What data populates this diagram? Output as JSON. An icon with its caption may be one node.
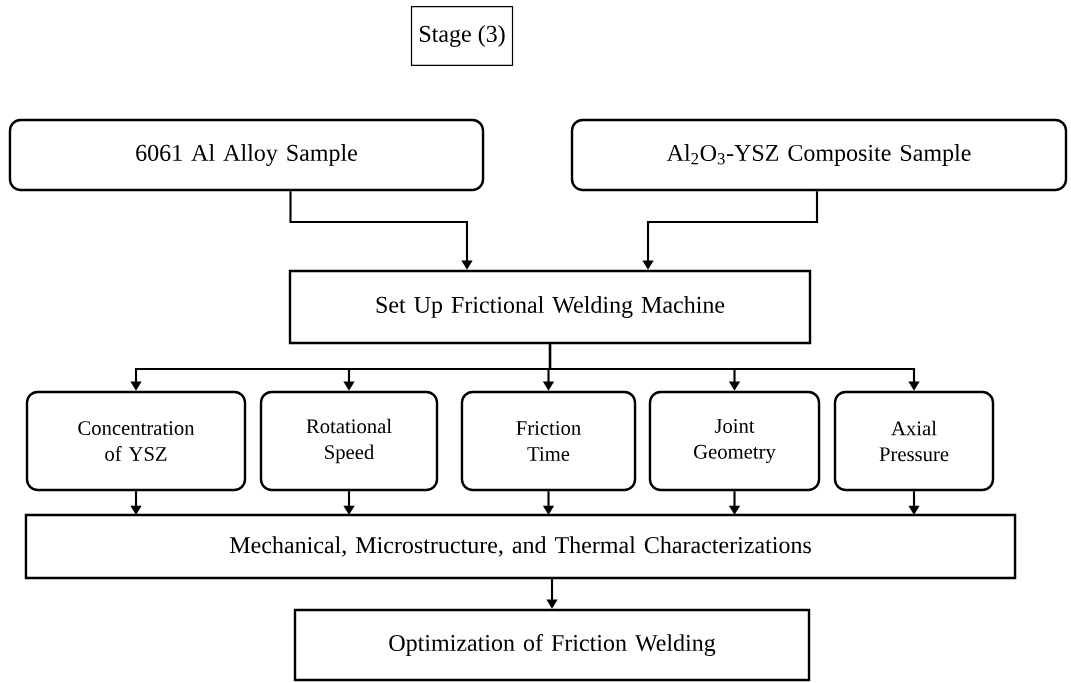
{
  "diagram": {
    "title": "Stage (3)",
    "nodes": [
      {
        "text": [
          "6061 Al Alloy Sample"
        ]
      },
      {
        "text": [
          "Al$_{2}$O$_{3}$-YSZ Composite Sample"
        ]
      },
      {
        "text": [
          "Set Up Frictional Welding Machine"
        ]
      },
      {
        "text": [
          "Concentration of YSZ"
        ]
      },
      {
        "text": [
          "Rotational Speed"
        ]
      },
      {
        "text": [
          "Friction Time"
        ]
      },
      {
        "text": [
          "Joint Geometry"
        ]
      },
      {
        "text": [
          "Axial Pressure"
        ]
      },
      {
        "text": [
          "Mechanical, Microstructure, and Thermal Characterizations"
        ]
      },
      {
        "text": [
          "Optimization of Friction Welding"
        ]
      }
    ],
    "edges": [
      {
        "from": 0,
        "to": 2,
        "arrow": "to"
      },
      {
        "from": 1,
        "to": 2,
        "arrow": "to"
      },
      {
        "from": 2,
        "to": 3,
        "arrow": "to"
      },
      {
        "from": 2,
        "to": 4,
        "arrow": "to"
      },
      {
        "from": 2,
        "to": 5,
        "arrow": "to"
      },
      {
        "from": 2,
        "to": 6,
        "arrow": "to"
      },
      {
        "from": 2,
        "to": 7,
        "arrow": "to"
      },
      {
        "from": 3,
        "to": 8,
        "arrow": "to"
      },
      {
        "from": 4,
        "to": 8,
        "arrow": "to"
      },
      {
        "from": 5,
        "to": 8,
        "arrow": "to"
      },
      {
        "from": 6,
        "to": 8,
        "arrow": "to"
      },
      {
        "from": 7,
        "to": 8,
        "arrow": "to"
      },
      {
        "from": 8,
        "to": 9,
        "arrow": "to"
      }
    ]
  }
}
